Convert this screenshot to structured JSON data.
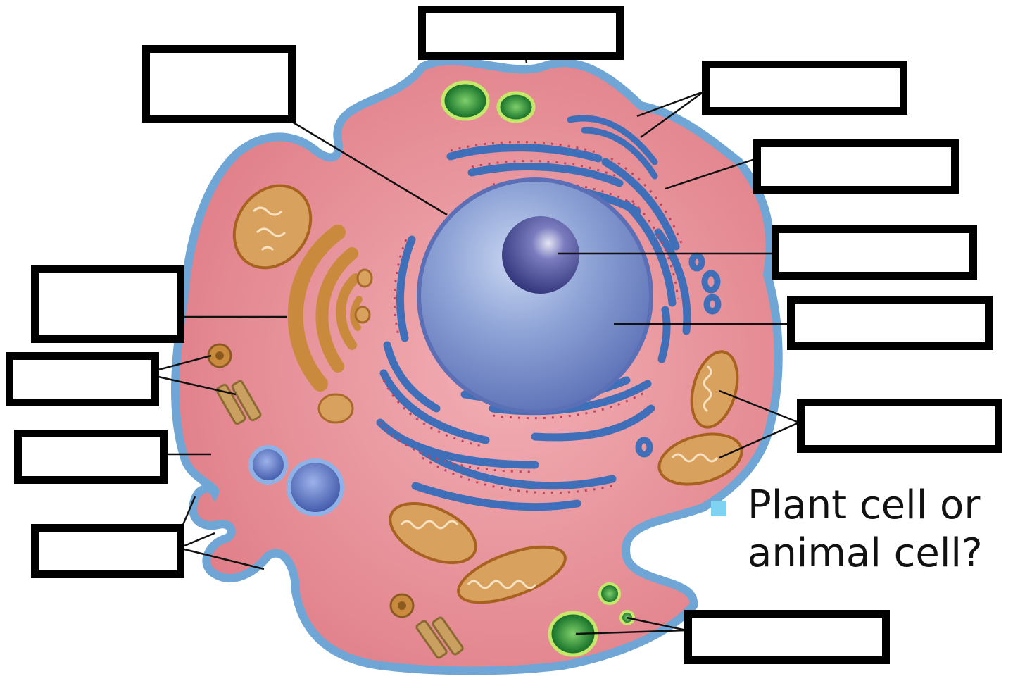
{
  "colors": {
    "cytoplasm": "#e7888f",
    "membrane": "#6fa6d6",
    "nucleus": "#6f88c6",
    "nucleolus": "#3b3f86",
    "er": "#3f6fb8",
    "ribosome": "#c0435e",
    "golgi": "#c98a3e",
    "mitochondrion": "#d9a15e",
    "vesicle": "#2f8a3a",
    "lysosome": "#5a78c2",
    "label_border": "#000000",
    "bullet": "#7fd3f2"
  },
  "labels": [
    {
      "id": "nucleus-envelope",
      "text": ""
    },
    {
      "id": "top-vesicles",
      "text": ""
    },
    {
      "id": "smooth-er",
      "text": ""
    },
    {
      "id": "rough-er",
      "text": ""
    },
    {
      "id": "nucleolus",
      "text": ""
    },
    {
      "id": "nucleus",
      "text": ""
    },
    {
      "id": "golgi",
      "text": ""
    },
    {
      "id": "centrioles",
      "text": ""
    },
    {
      "id": "cytoplasm",
      "text": ""
    },
    {
      "id": "plasma-membrane",
      "text": ""
    },
    {
      "id": "mitochondria",
      "text": ""
    },
    {
      "id": "bottom-vesicles",
      "text": ""
    }
  ],
  "question": {
    "icon": "square-bullet-icon",
    "text": "Plant cell or animal cell?"
  }
}
